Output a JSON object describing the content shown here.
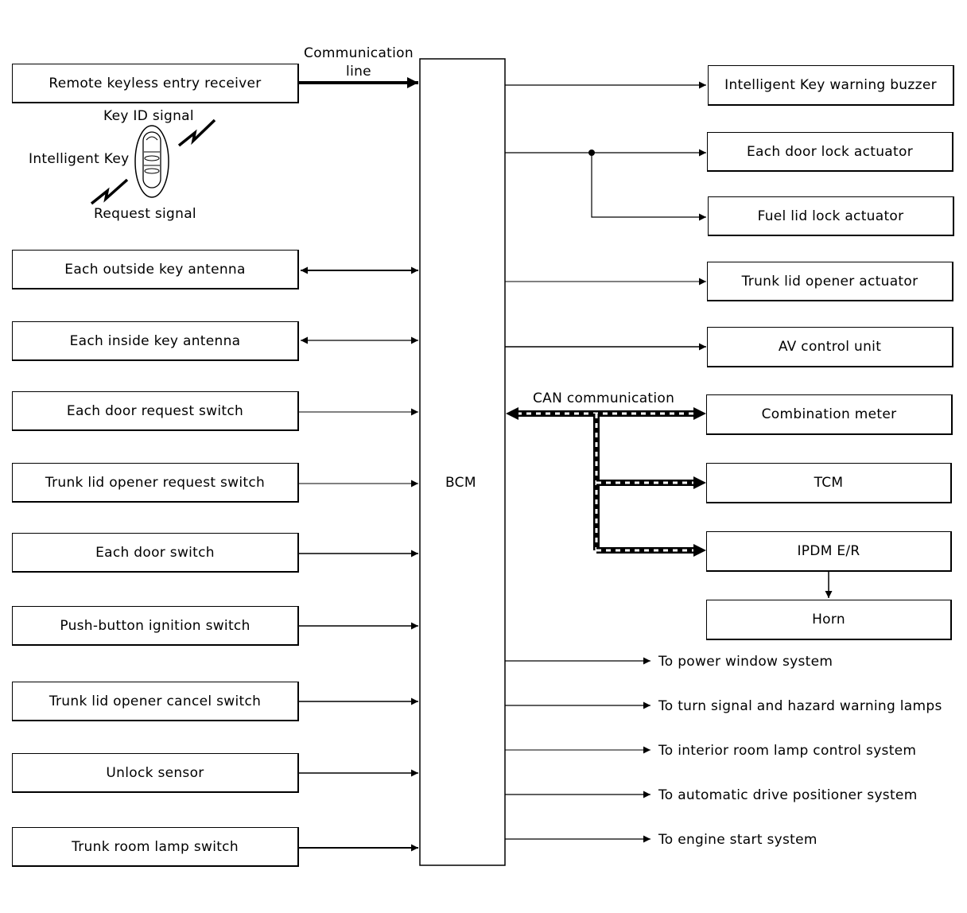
{
  "bcm": {
    "label": "BCM"
  },
  "inputs": [
    "Remote keyless entry receiver",
    "Each outside key antenna",
    "Each inside key antenna",
    "Each door request switch",
    "Trunk lid opener request switch",
    "Each door switch",
    "Push-button ignition switch",
    "Trunk lid opener cancel switch",
    "Unlock sensor",
    "Trunk room lamp switch"
  ],
  "outputs": [
    "Intelligent Key warning buzzer",
    "Each door lock actuator",
    "Fuel lid lock actuator",
    "Trunk lid opener actuator",
    "AV control unit",
    "Combination meter",
    "TCM",
    "IPDM E/R",
    "Horn"
  ],
  "systems": [
    "To power window system",
    "To turn signal and hazard warning lamps",
    "To interior room lamp control system",
    "To automatic drive positioner system",
    "To engine start system"
  ],
  "labels": {
    "comm_line_1": "Communication",
    "comm_line_2": "line",
    "key_id_signal": "Key ID signal",
    "intelligent_key": "Intelligent Key",
    "request_signal": "Request signal",
    "can_communication": "CAN communication"
  }
}
